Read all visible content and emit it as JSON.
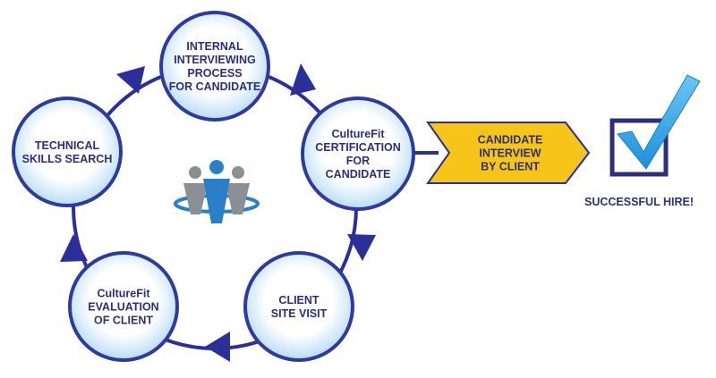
{
  "steps": [
    {
      "id": "internal",
      "lines": [
        "INTERNAL",
        "INTERVIEWING",
        "PROCESS",
        "FOR CANDIDATE"
      ]
    },
    {
      "id": "certification",
      "lines": [
        "CultureFit",
        "CERTIFICATION",
        "FOR",
        "CANDIDATE"
      ]
    },
    {
      "id": "visit",
      "lines": [
        "CLIENT",
        "SITE VISIT"
      ]
    },
    {
      "id": "evaluation",
      "lines": [
        "CultureFit",
        "EVALUATION",
        "OF CLIENT"
      ]
    },
    {
      "id": "technical",
      "lines": [
        "TECHNICAL",
        "SKILLS SEARCH"
      ]
    }
  ],
  "interview_banner": {
    "lines": [
      "CANDIDATE",
      "INTERVIEW",
      "BY CLIENT"
    ]
  },
  "outcome": {
    "label": "SUCCESSFUL HIRE!"
  },
  "colors": {
    "ring": "#2b2f9a",
    "circle_border": "#2d3a9e",
    "circle_fill_center": "#ffffff",
    "circle_fill_edge": "#bfe0f7",
    "text": "#2b2f7c",
    "banner_fill": "#f7c51a",
    "check": "#3aa7e8",
    "logo_blue": "#2a7fc9",
    "logo_gray": "#8a8f96"
  }
}
